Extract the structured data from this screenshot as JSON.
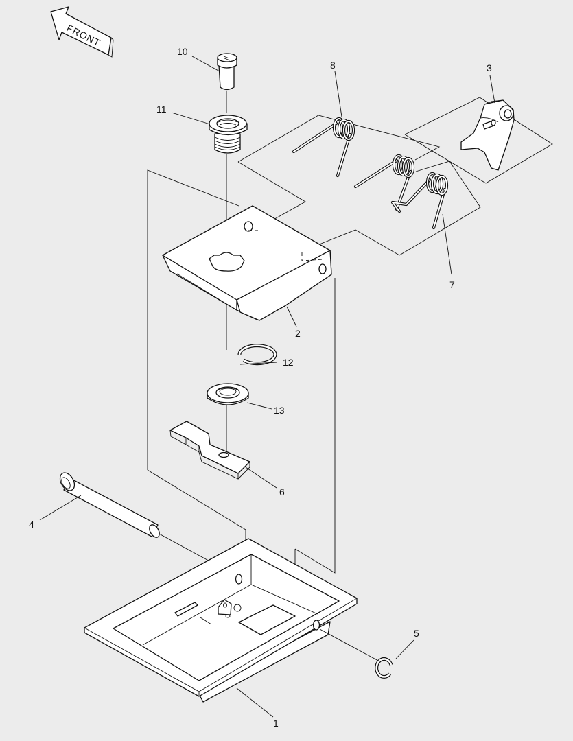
{
  "front_label": "FRONT",
  "part_numbers": {
    "p1": "1",
    "p2": "2",
    "p3": "3",
    "p4": "4",
    "p5": "5",
    "p6": "6",
    "p7": "7",
    "p8": "8",
    "p10": "10",
    "p11": "11",
    "p12": "12",
    "p13": "13"
  }
}
